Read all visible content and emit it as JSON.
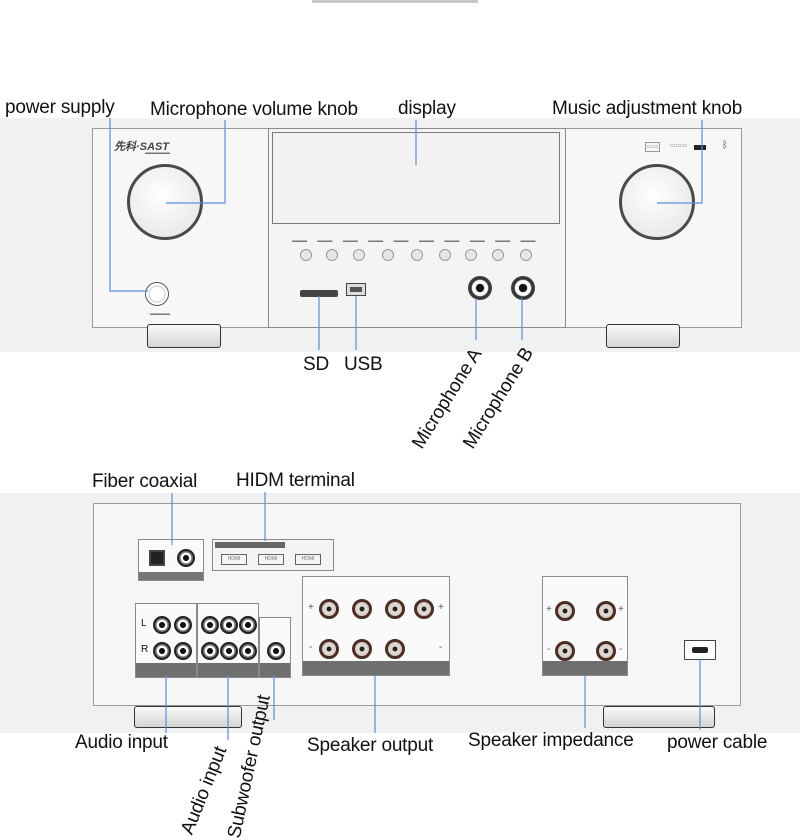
{
  "front_labels": {
    "power_supply": "power supply",
    "mic_volume_knob": "Microphone volume knob",
    "display": "display",
    "music_knob": "Music adjustment knob",
    "sd": "SD",
    "usb": "USB",
    "mic_a": "Microphone A",
    "mic_b": "Microphone B"
  },
  "rear_labels": {
    "fiber_coaxial": "Fiber coaxial",
    "hidm_terminal": "HIDM terminal",
    "audio_input": "Audio input",
    "audio_input_rotated": "Audio input",
    "subwoofer_output": "Subwoofer output",
    "speaker_output": "Speaker output",
    "speaker_impedance": "Speaker impedance",
    "power_cable": "power cable"
  },
  "device": {
    "brand": "先科·SAST",
    "channel_L": "L",
    "channel_R": "R",
    "hdmi_port_label": "HDMI",
    "plus": "+",
    "minus": "-"
  },
  "colors": {
    "leader_line": "#5b8fd6",
    "band": "#f1f1f1",
    "binding_post": "#4a2e26"
  }
}
